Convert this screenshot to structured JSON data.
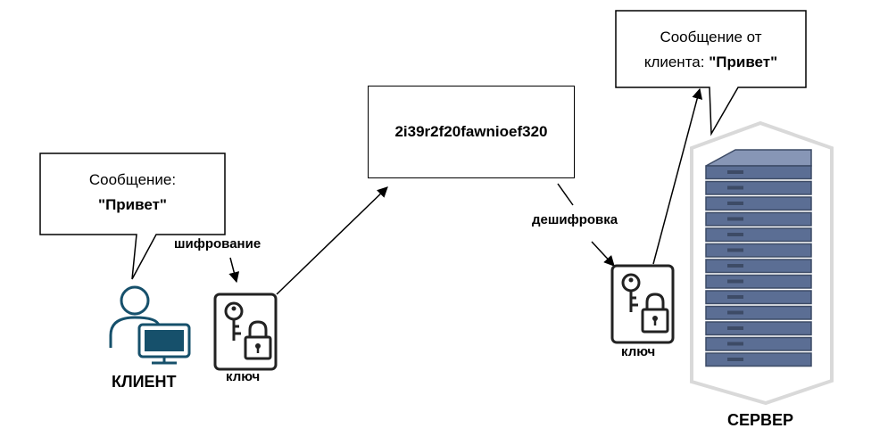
{
  "client_bubble": {
    "line1": "Сообщение:",
    "line2": "\"Привет\""
  },
  "server_bubble": {
    "line1": "Сообщение от",
    "line2_prefix": "клиента: ",
    "line2_bold": "\"Привет\""
  },
  "cipher_text": "2i39r2f20fawnioef320",
  "encrypt_label": "шифрование",
  "decrypt_label": "дешифровка",
  "key_label_left": "ключ",
  "key_label_right": "ключ",
  "client_label": "КЛИЕНТ",
  "server_label": "СЕРВЕР",
  "colors": {
    "accent": "#16506b",
    "server_dark": "#3d4b66",
    "server_mid": "#5b6e94",
    "server_light": "#8796b6"
  }
}
